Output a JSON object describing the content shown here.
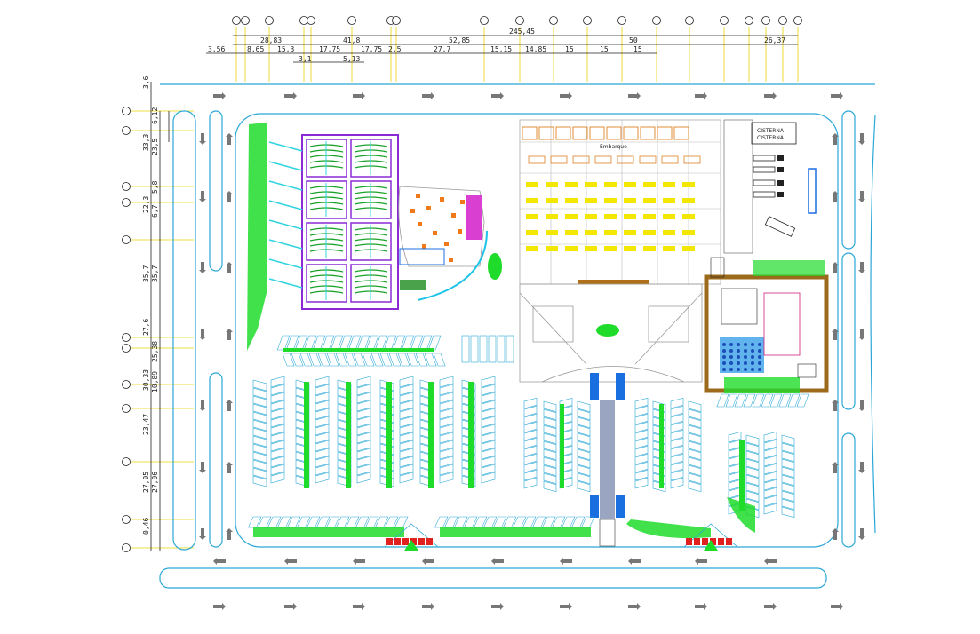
{
  "top_dims": {
    "row1": [
      "245,45"
    ],
    "row2": [
      "28,83",
      "41,8",
      "52,85",
      "50",
      "26,37"
    ],
    "row3": [
      "3,56",
      "8,65",
      "15,3",
      "17,75",
      "17,75",
      "2,5",
      "27,7",
      "15,15",
      "14,85",
      "15",
      "15",
      "15"
    ],
    "row4": [
      "3,1",
      "5,13"
    ]
  },
  "left_dims": {
    "outer": [
      "3,6",
      "33,3",
      "22,3",
      "35,7",
      "27,6",
      "30,33",
      "23,47",
      "27,05",
      "0,46"
    ],
    "inner": [
      "6,12",
      "23,5",
      "5,8",
      "6,7",
      "35,7",
      "25,38",
      "10,89",
      "27,06"
    ]
  },
  "labels": {
    "utility_box": "CISTERNA\nCISTERNA",
    "loading_area": "Embarque"
  },
  "colors": {
    "road_line": "#2aa7d6",
    "axis_line": "#e8d000",
    "green_planting": "#1fdc2b",
    "shop_yellow": "#f3e600",
    "building_outline": "#888888",
    "purple_blocks": "#8a2bd6",
    "red_elements": "#e12020",
    "brown_wall": "#9b6a1a",
    "blue_entrance": "#1a6fe0"
  }
}
